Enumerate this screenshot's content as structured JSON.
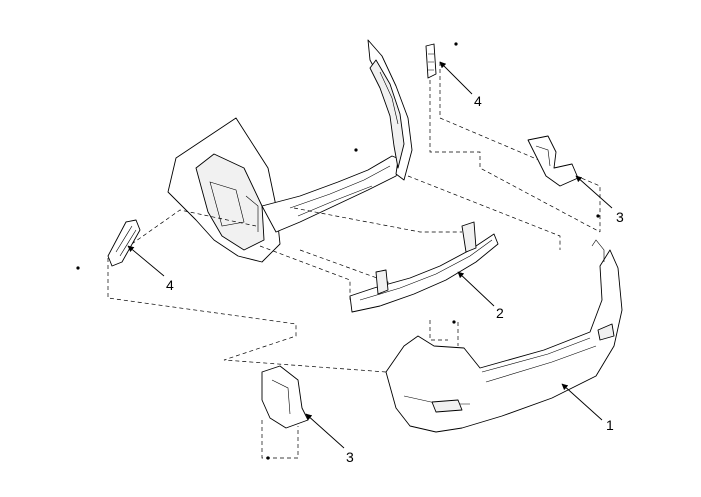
{
  "callouts": [
    {
      "id": "rear-bumper-cover",
      "label": "1"
    },
    {
      "id": "rear-bumper-beam",
      "label": "2"
    },
    {
      "id": "side-bracket-right",
      "label": "3"
    },
    {
      "id": "side-bracket-left",
      "label": "3"
    },
    {
      "id": "mounting-bracket-upper-right",
      "label": "4"
    },
    {
      "id": "mounting-bracket-left",
      "label": "4"
    }
  ]
}
